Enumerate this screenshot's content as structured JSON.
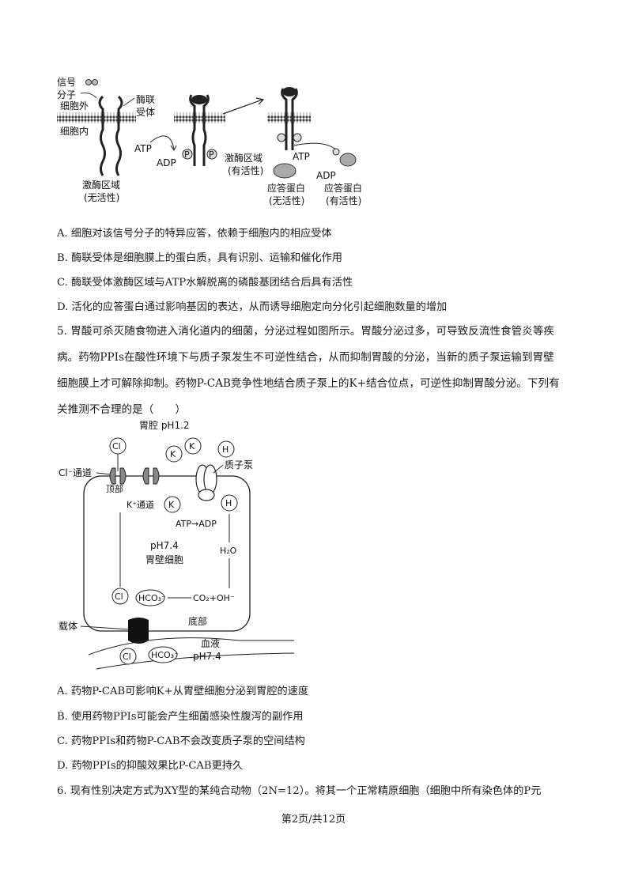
{
  "fig1": {
    "signal_mol": "信号",
    "signal_mol2": "分子",
    "receptor": "酶联",
    "receptor2": "受体",
    "outside": "细胞外",
    "inside": "细胞内",
    "atp1": "ATP",
    "adp1": "ADP",
    "kinase_inactive": "激酶区域",
    "kinase_inactive2": "(无活性)",
    "kinase_active": "激酶区域",
    "kinase_active2": "(有活性)",
    "atp2": "ATP",
    "adp2": "ADP",
    "resp_inactive": "应答蛋白",
    "resp_inactive2": "(无活性)",
    "resp_active": "应答蛋白",
    "resp_active2": "(有活性)",
    "p": "P"
  },
  "q4_options": [
    "A.  细胞对该信号分子的特异应答，依赖于细胞内的相应受体",
    "B.  酶联受体是细胞膜上的蛋白质，具有识别、运输和催化作用",
    "C.  酶联受体激酶区域与ATP水解脱离的磷酸基团结合后具有活性",
    "D.  活化的应答蛋白通过影响基因的表达，从而诱导细胞定向分化引起细胞数量的增加"
  ],
  "q5": {
    "lines": [
      "5.  胃酸可杀灭随食物进入消化道内的细菌，分泌过程如图所示。胃酸分泌过多，可导致反流性食管炎等疾",
      "病。药物PPIs在酸性环境下与质子泵发生不可逆性结合，从而抑制胃酸的分泌，当新的质子泵运输到胃壁",
      "细胞膜上才可解除抑制。药物P-CAB竞争性地结合质子泵上的K+结合位点，可逆性抑制胃酸分泌。下列有",
      "关推测不合理的是（　　）"
    ]
  },
  "fig2": {
    "lumen": "胃腔 pH1.2",
    "cl": "Cl",
    "k": "K",
    "h": "H",
    "proton_pump": "质子泵",
    "cl_channel": "Cl⁻通道",
    "apical": "顶部",
    "k_channel": "K⁺通道",
    "atp_adp": "ATP→ADP",
    "ph_cell": "pH7.4",
    "cell_name": "胃壁细胞",
    "h2o": "H₂O",
    "hco3": "HCO₃⁻",
    "co2_oh": "CO₂+OH⁻",
    "carrier": "载体",
    "basal": "底部",
    "blood": "血液",
    "ph_blood": "pH7.4"
  },
  "q5_options": [
    "A.  药物P-CAB可影响K+从胃壁细胞分泌到胃腔的速度",
    "B.  使用药物PPIs可能会产生细菌感染性腹泻的副作用",
    "C.  药物PPIs和药物P-CAB不会改变质子泵的空间结构",
    "D.  药物PPIs的抑酸效果比P-CAB更持久"
  ],
  "q6": {
    "line": "6.  现有性别决定方式为XY型的某纯合动物（2N=12）。将其一个正常精原细胞（细胞中所有染色体的P元"
  },
  "footer": "第2页/共12页"
}
